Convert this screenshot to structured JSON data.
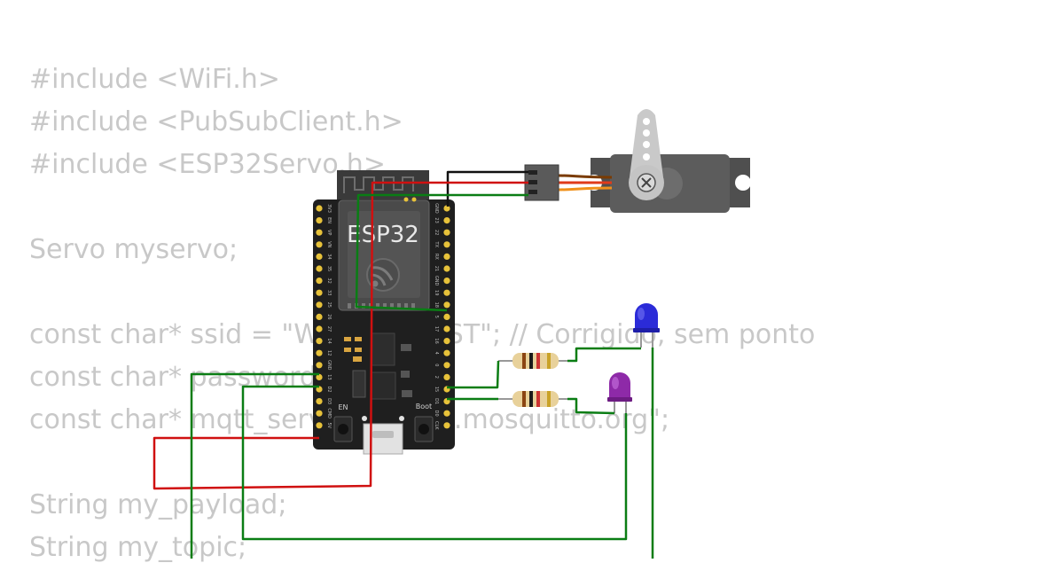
{
  "code": {
    "lines": [
      "#include <WiFi.h>",
      "#include <PubSubClient.h>",
      "#include <ESP32Servo.h>",
      "",
      "Servo myservo;",
      "",
      "const char* ssid = \"Wokwi-GUEST\"; // Corrigido, sem ponto",
      "const char* password = \"\";",
      "const char* mqtt_server = \"test.mosquitto.org\";",
      "",
      "String my_payload;",
      "String my_topic;"
    ]
  },
  "board": {
    "name": "ESP32",
    "en_label": "EN",
    "boot_label": "Boot",
    "left_pins": [
      "3V3",
      "EN",
      "VP",
      "VN",
      "34",
      "35",
      "32",
      "33",
      "25",
      "26",
      "27",
      "14",
      "12",
      "GND",
      "13",
      "D2",
      "D3",
      "CMD",
      "5V"
    ],
    "right_pins": [
      "GND",
      "23",
      "22",
      "TX",
      "RX",
      "21",
      "GND",
      "19",
      "18",
      "5",
      "17",
      "16",
      "4",
      "0",
      "2",
      "15",
      "D1",
      "D0",
      "CLK"
    ]
  },
  "colors": {
    "wire_red": "#d01010",
    "wire_green": "#0a7d14",
    "wire_black": "#111111",
    "board": "#1f1f1f",
    "pin": "#e7c23a",
    "led_blue": "#2b2bd8",
    "led_purple": "#8e2aa8",
    "servo_body": "#5a5a5a",
    "servo_horn": "#c9c9c9",
    "code_text": "#c8c8c8"
  },
  "components": {
    "servo": "servo-motor",
    "led1": "blue-led",
    "led2": "purple-led",
    "resistor1": "resistor",
    "resistor2": "resistor"
  }
}
